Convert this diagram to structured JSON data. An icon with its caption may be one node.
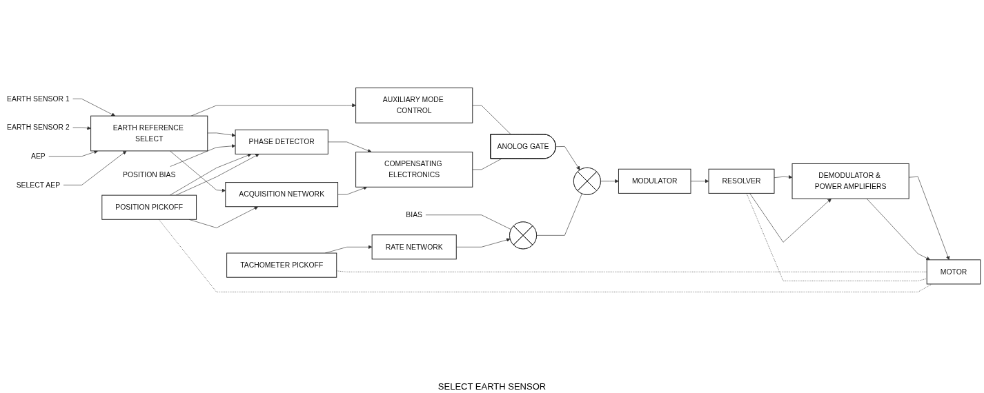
{
  "diagram": {
    "nodes": [
      {
        "text": [
          "EARTH SENSOR 1"
        ]
      },
      {
        "text": [
          "EARTH SENSOR 2"
        ]
      },
      {
        "text": [
          "AEP"
        ]
      },
      {
        "text": [
          "EARTH REFERENCE SELECT"
        ]
      },
      {
        "text": [
          "SELECT AEP"
        ]
      },
      {
        "text": [
          "AUXILIARY MODE CONTROL"
        ]
      },
      {
        "text": [
          "POSITION BIAS"
        ]
      },
      {
        "text": [
          "PHASE DETECTOR"
        ]
      },
      {
        "text": [
          "COMPENSATING ELECTRONICS"
        ]
      },
      {
        "text": [
          "ANOLOG GATE"
        ]
      },
      {
        "text": [
          "BIAS"
        ]
      },
      {
        "text": [],
        "shape": "circle"
      },
      {
        "text": [
          "RATE NETWORK"
        ]
      },
      {
        "text": [
          "TACHOMETER PICKOFF"
        ]
      },
      {
        "text": [],
        "shape": "circle"
      },
      {
        "text": [
          "MODULATOR"
        ]
      },
      {
        "text": [
          "RESOLVER"
        ]
      },
      {
        "text": [
          "ACQUISITION NETWORK"
        ]
      },
      {
        "text": [
          "DEMODULATOR & POWER AMPLIFIERS"
        ]
      },
      {
        "text": [
          "MOTOR"
        ]
      },
      {
        "text": [
          "POSITION PICKOFF"
        ]
      }
    ],
    "edges": [
      {
        "from": 0,
        "to": 3,
        "arrow": "to"
      },
      {
        "from": 1,
        "to": 3,
        "arrow": "to"
      },
      {
        "from": 2,
        "to": 3,
        "arrow": "to"
      },
      {
        "from": 4,
        "to": 3,
        "arrow": "to"
      },
      {
        "from": 3,
        "to": 7,
        "arrow": "to"
      },
      {
        "from": 3,
        "to": 5,
        "arrow": "to"
      },
      {
        "from": 3,
        "to": 17,
        "arrow": "to"
      },
      {
        "from": 6,
        "to": 7,
        "arrow": "to"
      },
      {
        "from": 7,
        "to": 8,
        "arrow": "to"
      },
      {
        "from": 5,
        "to": 9,
        "arrow": "none"
      },
      {
        "from": 8,
        "to": 9,
        "arrow": "none"
      },
      {
        "from": 9,
        "to": 14,
        "arrow": "to"
      },
      {
        "from": 10,
        "to": 11,
        "arrow": "none"
      },
      {
        "from": 13,
        "to": 12,
        "arrow": "to"
      },
      {
        "from": 12,
        "to": 11,
        "arrow": "to"
      },
      {
        "from": 11,
        "to": 14,
        "arrow": "none"
      },
      {
        "from": 14,
        "to": 15,
        "arrow": "to"
      },
      {
        "from": 15,
        "to": 16,
        "arrow": "to"
      },
      {
        "from": 16,
        "to": 18,
        "arrow": "to"
      },
      {
        "from": 16,
        "to": 18,
        "arrow": "to"
      },
      {
        "from": 17,
        "to": 8,
        "arrow": "to"
      },
      {
        "from": 18,
        "to": 19,
        "arrow": "to"
      },
      {
        "from": 18,
        "to": 19,
        "arrow": "to"
      },
      {
        "from": 20,
        "to": 17,
        "arrow": "to"
      },
      {
        "from": 20,
        "to": 7,
        "arrow": "to"
      },
      {
        "from": 20,
        "to": 7,
        "arrow": "to"
      },
      {
        "from": 13,
        "to": 19,
        "arrow": "none",
        "style": "dashed"
      },
      {
        "from": 16,
        "to": 19,
        "arrow": "none",
        "style": "dashed"
      },
      {
        "from": 20,
        "to": 19,
        "arrow": "none",
        "style": "dashed"
      }
    ],
    "labels": [
      "SELECT EARTH SENSOR"
    ]
  }
}
